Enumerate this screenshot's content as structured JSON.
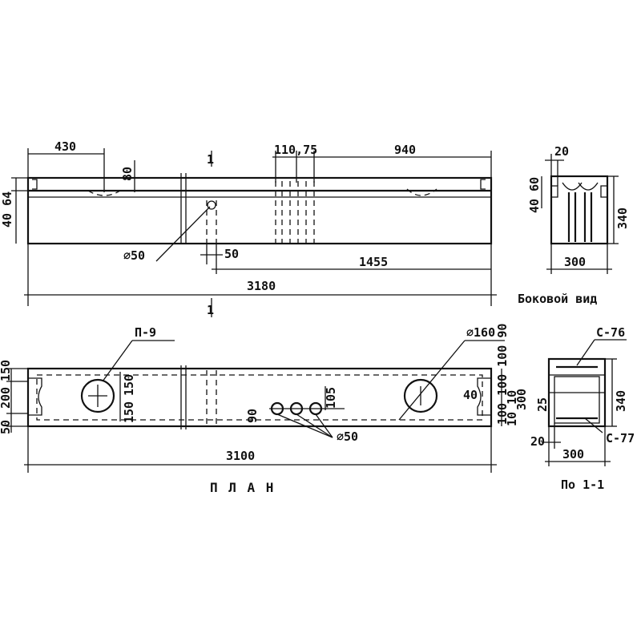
{
  "front_view": {
    "section_mark_top": "1",
    "section_mark_bottom": "1",
    "dim_left_top": "430",
    "dim_small_vertical": "80",
    "dim_near_center": "110,75",
    "dim_right_top": "940",
    "dim_left_height": "40 64",
    "hole_label": "⌀50",
    "dim_50": "50",
    "dim_1455": "1455",
    "dim_total": "3180"
  },
  "side_view": {
    "dim_top": "20",
    "dim_left": "40 60",
    "dim_height": "340",
    "dim_width": "300",
    "caption": "Боковой вид"
  },
  "plan_view": {
    "caption": "П Л А Н",
    "loop_label": "П-9",
    "hole_large_label": "⌀160",
    "dim_left_150": "150",
    "dim_left_200": "200",
    "dim_left_50": "50",
    "dim_150_a": "150",
    "dim_150_b": "150",
    "dim_90": "90",
    "dim_105": "105",
    "holes_small_label": "⌀50",
    "dim_40": "40",
    "dim_right_stack": "100 100 100 90",
    "dim_right_300": "300",
    "dim_right_10_10": "10 10",
    "dim_total": "3100"
  },
  "section_view": {
    "rebar_top": "С-76",
    "rebar_bottom": "С-77",
    "dim_25": "25",
    "dim_height": "340",
    "dim_20": "20",
    "dim_width": "300",
    "caption": "По 1-1"
  }
}
